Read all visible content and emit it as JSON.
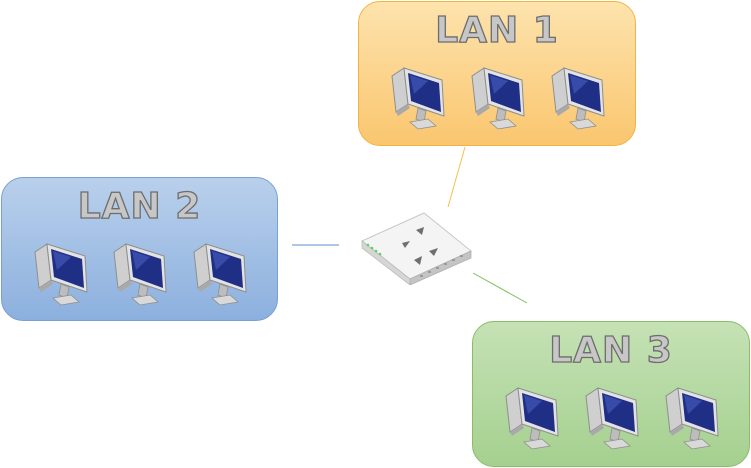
{
  "lans": [
    {
      "label": "LAN 1",
      "color": "#fbd48b",
      "computers": [
        "pc",
        "pc",
        "pc"
      ]
    },
    {
      "label": "LAN 2",
      "color": "#a2c1e6",
      "computers": [
        "pc",
        "pc",
        "pc"
      ]
    },
    {
      "label": "LAN 3",
      "color": "#b5d9a2",
      "computers": [
        "pc",
        "pc",
        "pc"
      ]
    }
  ],
  "switch": {
    "icon": "network-switch-icon"
  },
  "links": [
    {
      "from": "switch",
      "to": "LAN 1",
      "color": "#f5c04a"
    },
    {
      "from": "switch",
      "to": "LAN 2",
      "color": "#5b8fc9"
    },
    {
      "from": "switch",
      "to": "LAN 3",
      "color": "#7cbf5c"
    }
  ]
}
